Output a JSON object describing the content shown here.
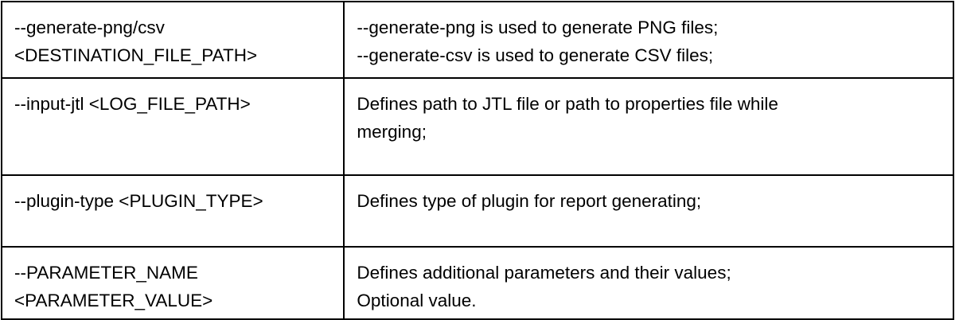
{
  "table": {
    "rows": [
      {
        "option": "--generate-png/csv\n<DESTINATION_FILE_PATH>",
        "description": "--generate-png is used to generate PNG files;\n--generate-csv is used to generate CSV files;"
      },
      {
        "option": "--input-jtl <LOG_FILE_PATH>",
        "description": "Defines path to JTL file or path to properties file while\nmerging;"
      },
      {
        "option": "--plugin-type <PLUGIN_TYPE>",
        "description": "Defines type of plugin for report generating;"
      },
      {
        "option": "--PARAMETER_NAME\n<PARAMETER_VALUE>",
        "description": "Defines additional parameters and their values;\nOptional value."
      }
    ]
  }
}
